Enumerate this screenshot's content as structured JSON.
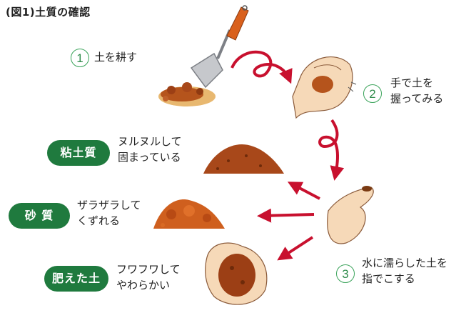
{
  "title": "(図1)土質の確認",
  "steps": [
    {
      "num": "1",
      "lines": [
        "土を耕す"
      ]
    },
    {
      "num": "2",
      "lines": [
        "手で土を",
        "握ってみる"
      ]
    },
    {
      "num": "3",
      "lines": [
        "水に濡らした土を",
        "指でこする"
      ]
    }
  ],
  "results": [
    {
      "label": "粘土質",
      "lines": [
        "ヌルヌルして",
        "固まっている"
      ]
    },
    {
      "label": "砂 質",
      "lines": [
        "ザラザラして",
        "くずれる"
      ]
    },
    {
      "label": "肥えた土",
      "lines": [
        "フワフワして",
        "やわらかい"
      ]
    }
  ],
  "colors": {
    "badge": "#1f7a3e",
    "step_circle": "#3aa35a",
    "arrow": "#c8102e",
    "soil": "#b5541c"
  }
}
